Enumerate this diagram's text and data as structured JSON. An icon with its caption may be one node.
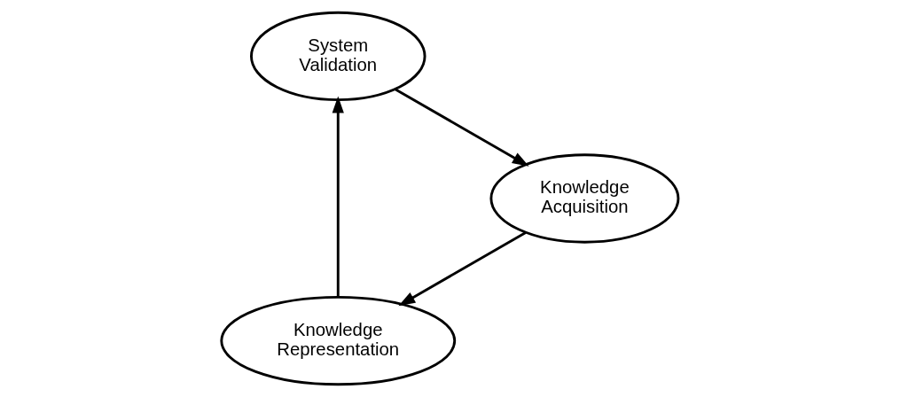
{
  "diagram": {
    "nodes": [
      {
        "text": [
          "Knowledge Representation"
        ]
      },
      {
        "text": [
          "System Validation"
        ]
      },
      {
        "text": [
          "Knowledge Acquisition"
        ]
      }
    ],
    "edges": [
      {
        "from": 2,
        "to": 0,
        "arrow": "to"
      },
      {
        "from": 0,
        "to": 1,
        "arrow": "to"
      },
      {
        "from": 1,
        "to": 2,
        "arrow": "to"
      }
    ]
  }
}
